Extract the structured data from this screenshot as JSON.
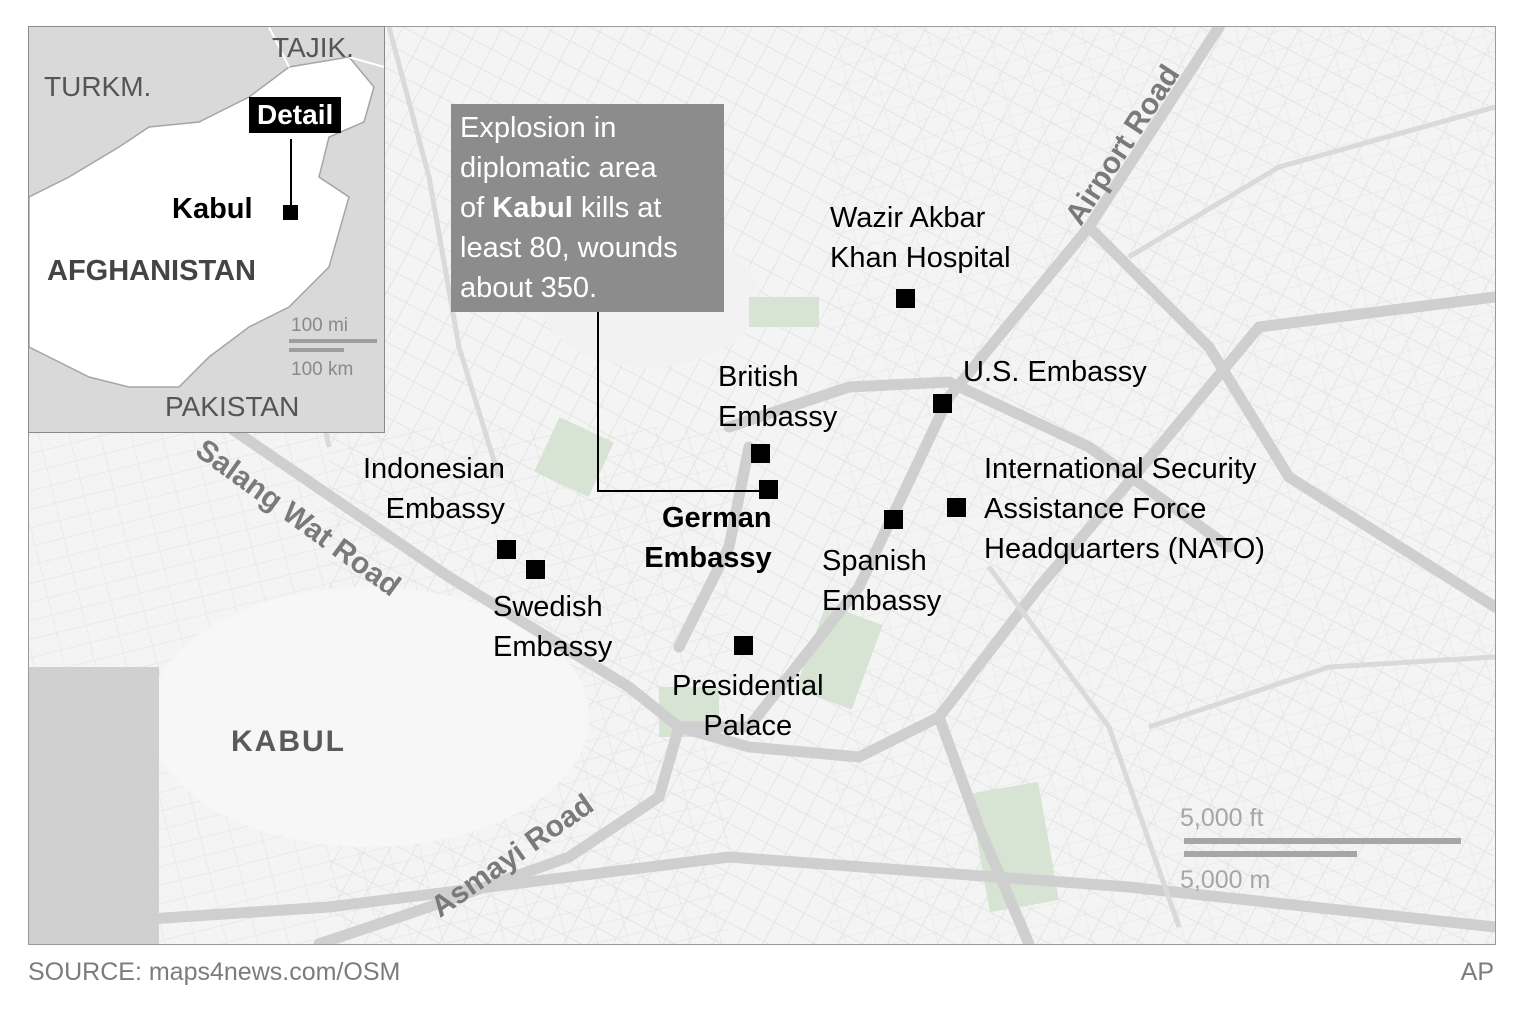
{
  "callout": {
    "line1": "Explosion in",
    "line2": "diplomatic area",
    "line3_pre": "of ",
    "line3_bold": "Kabul",
    "line3_post": " kills at",
    "line4": "least 80, wounds",
    "line5": "about 350."
  },
  "inset": {
    "countries": {
      "tajik": "TAJIK.",
      "turkm": "TURKM.",
      "afghanistan": "AFGHANISTAN",
      "pakistan": "PAKISTAN"
    },
    "detail_label": "Detail",
    "city": "Kabul",
    "scale_mi": "100 mi",
    "scale_km": "100 km"
  },
  "roads": {
    "airport": "Airport Road",
    "salang": "Salang Wat Road",
    "asmayi": "Asmayi Road"
  },
  "district": "KABUL",
  "places": {
    "wazir_line1": "Wazir Akbar",
    "wazir_line2": "Khan Hospital",
    "us_embassy": "U.S. Embassy",
    "british_line1": "British",
    "british_line2": "Embassy",
    "isaf_line1": "International Security",
    "isaf_line2": "Assistance Force",
    "isaf_line3": "Headquarters (NATO)",
    "indonesian_line1": "Indonesian",
    "indonesian_line2": "Embassy",
    "german_line1": "German",
    "german_line2": "Embassy",
    "spanish_line1": "Spanish",
    "spanish_line2": "Embassy",
    "swedish_line1": "Swedish",
    "swedish_line2": "Embassy",
    "presidential_line1": "Presidential",
    "presidential_line2": "Palace"
  },
  "scale": {
    "ft": "5,000 ft",
    "m": "5,000 m"
  },
  "footer": {
    "source": "SOURCE: maps4news.com/OSM",
    "credit": "AP"
  },
  "colors": {
    "marker": "#000000",
    "callout_bg": "#8c8c8c",
    "major_road": "#cfcfcf",
    "park": "#d7e3d3"
  }
}
